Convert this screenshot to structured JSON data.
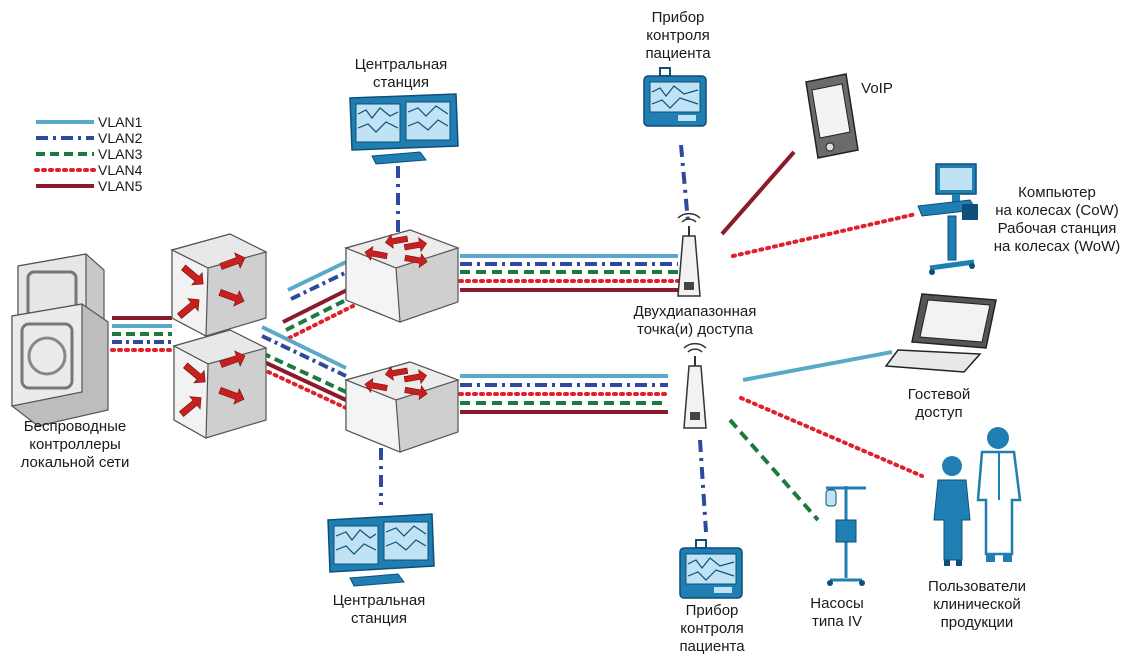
{
  "legend": [
    {
      "label": "VLAN1",
      "color": "#5aa9c8",
      "style": "solid"
    },
    {
      "label": "VLAN2",
      "color": "#2e4a9e",
      "style": "dash-dot"
    },
    {
      "label": "VLAN3",
      "color": "#1e7a3c",
      "style": "dashed"
    },
    {
      "label": "VLAN4",
      "color": "#e0202a",
      "style": "dotted"
    },
    {
      "label": "VLAN5",
      "color": "#8b1a2a",
      "style": "solid"
    }
  ],
  "labels": {
    "controllers": [
      "Беспроводные",
      "контроллеры",
      "локальной сети"
    ],
    "central_station_top": [
      "Центральная",
      "станция"
    ],
    "central_station_bottom": [
      "Центральная",
      "станция"
    ],
    "patient_monitor_top": [
      "Прибор",
      "контроля",
      "пациента"
    ],
    "patient_monitor_bottom": [
      "Прибор",
      "контроля",
      "пациента"
    ],
    "voip": "VoIP",
    "cow": [
      "Компьютер",
      "на колесах (CoW)",
      "Рабочая станция",
      "на колесах (WoW)"
    ],
    "access_point": [
      "Двухдиапазонная",
      "точка(и) доступа"
    ],
    "guest": [
      "Гостевой",
      "доступ"
    ],
    "iv_pumps": [
      "Насосы",
      "типа IV"
    ],
    "clinical_users": [
      "Пользователи",
      "клинической",
      "продукции"
    ]
  },
  "colors": {
    "device_blue": "#1f7fb3",
    "device_dark": "#0d4f78",
    "switch_gray": "#d9d9d9",
    "arrow_red": "#c8201e"
  }
}
